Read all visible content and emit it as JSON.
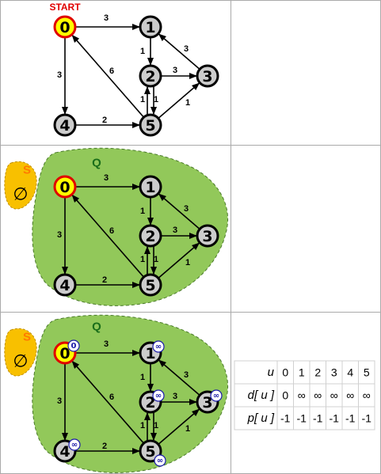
{
  "start_label": "START",
  "queue_label": "Q",
  "set_label": "S",
  "empty_set_symbol": "∅",
  "nodes": [
    "0",
    "1",
    "2",
    "3",
    "4",
    "5"
  ],
  "edges": [
    {
      "from": "0",
      "to": "1",
      "weight": "3"
    },
    {
      "from": "0",
      "to": "4",
      "weight": "3"
    },
    {
      "from": "1",
      "to": "2",
      "weight": "1"
    },
    {
      "from": "2",
      "to": "3",
      "weight": "3"
    },
    {
      "from": "3",
      "to": "1",
      "weight": "3"
    },
    {
      "from": "2",
      "to": "5",
      "weight": "1"
    },
    {
      "from": "5",
      "to": "2",
      "weight": "1"
    },
    {
      "from": "4",
      "to": "5",
      "weight": "2"
    },
    {
      "from": "5",
      "to": "0",
      "weight": "6"
    },
    {
      "from": "5",
      "to": "3",
      "weight": "1"
    }
  ],
  "distance_badges": {
    "0": "0",
    "1": "∞",
    "2": "∞",
    "3": "∞",
    "4": "∞",
    "5": "∞"
  },
  "table": {
    "header_label": "u",
    "columns": [
      "0",
      "1",
      "2",
      "3",
      "4",
      "5"
    ],
    "rows": [
      {
        "label": "d[ u ]",
        "values": [
          "0",
          "∞",
          "∞",
          "∞",
          "∞",
          "∞"
        ]
      },
      {
        "label": "p[ u ]",
        "values": [
          "-1",
          "-1",
          "-1",
          "-1",
          "-1",
          "-1"
        ]
      }
    ]
  },
  "colors": {
    "queue_blob": "#92c85a",
    "set_blob": "#f8c000",
    "set_text": "#ff7a00",
    "queue_text": "#1a6e1a",
    "start_text": "#e00000",
    "node_fill": "#cccccc",
    "start_node_fill": "#ffff00",
    "badge_text": "#1a1aa8"
  }
}
